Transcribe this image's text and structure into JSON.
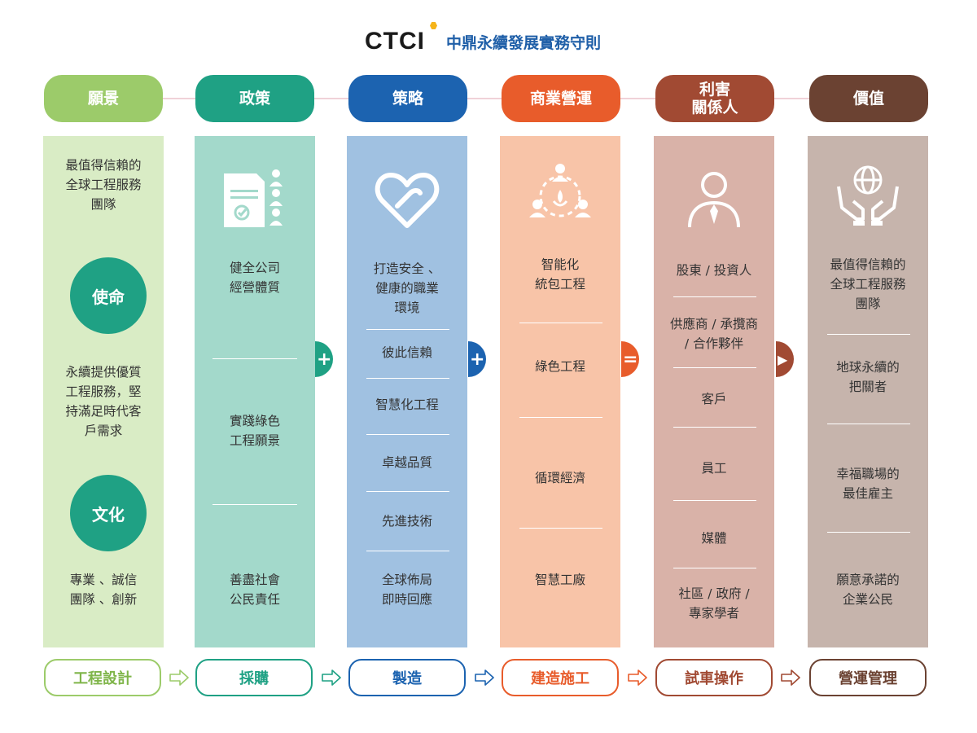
{
  "header": {
    "logo_text": "CTCI",
    "title": "中鼎永續發展實務守則"
  },
  "colors": {
    "vision": "#9ccb6a",
    "policy": "#1fa184",
    "strategy": "#1c63b0",
    "operations": "#e85c2b",
    "stakeholders": "#a14a33",
    "value": "#6b4232"
  },
  "columns": [
    {
      "id": "vision",
      "pill": "願景",
      "top_text": "最值得信賴的\n全球工程服務\n團隊",
      "mission_label": "使命",
      "mission_text": "永續提供優質\n工程服務，堅\n持滿足時代客\n戶需求",
      "culture_label": "文化",
      "culture_text": "專業 、誠信\n團隊 、創新"
    },
    {
      "id": "policy",
      "pill": "政策",
      "icon": "document-check-people-icon",
      "items": [
        "健全公司\n經營體質",
        "實踐綠色\n工程願景",
        "善盡社會\n公民責任"
      ]
    },
    {
      "id": "strategy",
      "pill": "策略",
      "icon": "heart-handshake-icon",
      "items": [
        "打造安全 、\n健康的職業\n環境",
        "彼此信賴",
        "智慧化工程",
        "卓越品質",
        "先進技術",
        "全球佈局\n即時回應"
      ]
    },
    {
      "id": "operations",
      "pill": "商業營運",
      "icon": "people-network-icon",
      "items": [
        "智能化\n統包工程",
        "綠色工程",
        "循環經濟",
        "智慧工廠"
      ]
    },
    {
      "id": "stakeholders",
      "pill": "利害\n關係人",
      "icon": "person-tie-icon",
      "items": [
        "股東 / 投資人",
        "供應商 / 承攬商\n/ 合作夥伴",
        "客戶",
        "員工",
        "媒體",
        "社區 / 政府 /\n專家學者"
      ]
    },
    {
      "id": "value",
      "pill": "價值",
      "icon": "hands-globe-icon",
      "items": [
        "最值得信賴的\n全球工程服務\n團隊",
        "地球永續的\n把關者",
        "幸福職場的\n最佳雇主",
        "願意承諾的\n企業公民"
      ]
    }
  ],
  "operators": [
    "+",
    "+",
    "=",
    "▶"
  ],
  "stages": [
    "工程設計",
    "採購",
    "製造",
    "建造施工",
    "試車操作",
    "營運管理"
  ]
}
